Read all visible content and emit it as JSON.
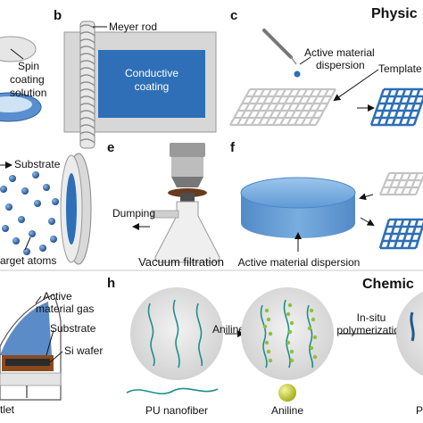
{
  "headers": {
    "physical": "Physic",
    "chemical": "Chemic"
  },
  "panel_letters": {
    "b": "b",
    "c": "c",
    "e": "e",
    "f": "f",
    "h": "h"
  },
  "panel_a": {
    "label_line1": "Spin",
    "label_line2": "coating",
    "label_line3": "solution"
  },
  "panel_b": {
    "rod_label": "Meyer rod",
    "coating_line1": "Conductive",
    "coating_line2": "coating"
  },
  "panel_c": {
    "dispersion_line1": "Active material",
    "dispersion_line2": "dispersion",
    "template_label": "Template"
  },
  "panel_d": {
    "substrate_label": "Substrate",
    "atoms_label": "arget atoms"
  },
  "panel_e": {
    "dumping_label": "Dumping",
    "caption": "Vacuum filtration"
  },
  "panel_f": {
    "caption": "Active material dispersion"
  },
  "panel_g": {
    "gas_line1": "Active",
    "gas_line2": "material gas",
    "substrate_label": "Substrate",
    "wafer_label": "Si wafer",
    "outlet_label": "tlet"
  },
  "panel_h": {
    "aniline_arrow_label": "Aniline",
    "insitu_line1": "In-situ",
    "insitu_line2": "polymerization",
    "pu_label": "PU nanofiber",
    "aniline_label": "Aniline",
    "cut_label": "P"
  },
  "colors": {
    "blue": "#2e6fb7",
    "dark_blue": "#1f4f8e",
    "grey_panel": "#dcdcdc",
    "divider": "#b5b5b5"
  }
}
